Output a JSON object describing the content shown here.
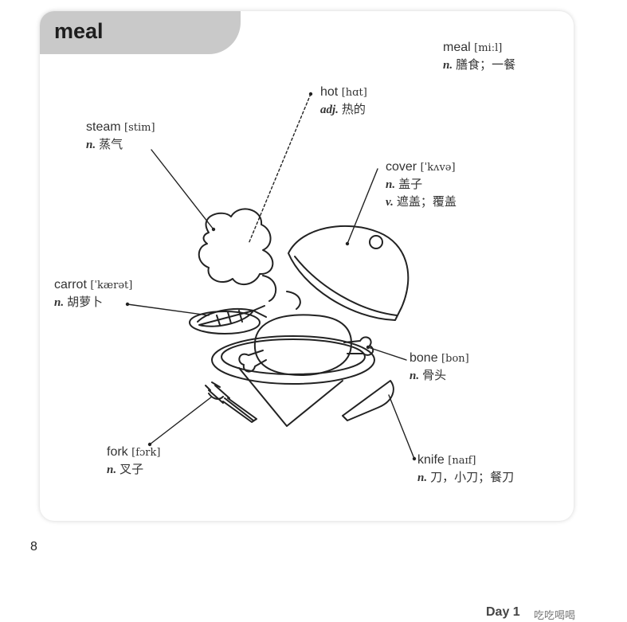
{
  "title": "meal",
  "page_number": "8",
  "footer": {
    "day": "Day 1",
    "subtitle": "吃吃喝喝"
  },
  "entries": {
    "meal": {
      "word": "meal",
      "ipa": "[miːl]",
      "defs": [
        {
          "pos": "n.",
          "text": "膳食；一餐"
        }
      ]
    },
    "hot": {
      "word": "hot",
      "ipa": "[hɑt]",
      "defs": [
        {
          "pos": "adj.",
          "text": "热的"
        }
      ]
    },
    "steam": {
      "word": "steam",
      "ipa": "[stim]",
      "defs": [
        {
          "pos": "n.",
          "text": "蒸气"
        }
      ]
    },
    "cover": {
      "word": "cover",
      "ipa": "[ˈkʌvə]",
      "defs": [
        {
          "pos": "n.",
          "text": "盖子"
        },
        {
          "pos": "v.",
          "text": "遮盖；覆盖"
        }
      ]
    },
    "carrot": {
      "word": "carrot",
      "ipa": "[ˈkærət]",
      "defs": [
        {
          "pos": "n.",
          "text": "胡萝卜"
        }
      ]
    },
    "bone": {
      "word": "bone",
      "ipa": "[bon]",
      "defs": [
        {
          "pos": "n.",
          "text": "骨头"
        }
      ]
    },
    "fork": {
      "word": "fork",
      "ipa": "[fɔrk]",
      "defs": [
        {
          "pos": "n.",
          "text": "叉子"
        }
      ]
    },
    "knife": {
      "word": "knife",
      "ipa": "[naɪf]",
      "defs": [
        {
          "pos": "n.",
          "text": "刀，小刀；餐刀"
        }
      ]
    }
  }
}
